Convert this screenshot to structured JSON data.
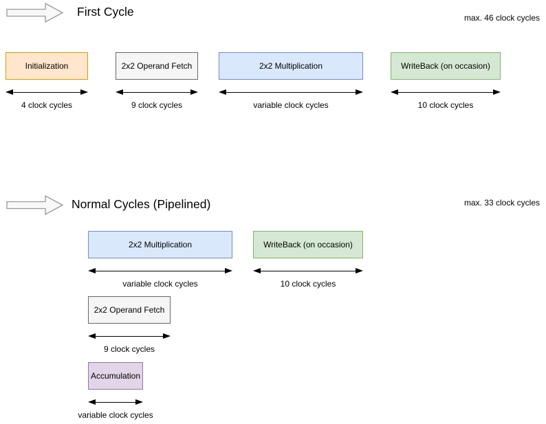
{
  "sections": [
    {
      "title": "First Cycle",
      "max_label": "max. 46 clock cycles",
      "stages": [
        {
          "label": "Initialization",
          "duration": "4 clock cycles"
        },
        {
          "label": "2x2 Operand Fetch",
          "duration": "9 clock cycles"
        },
        {
          "label": "2x2 Multiplication",
          "duration": "variable clock cycles"
        },
        {
          "label": "WriteBack (on occasion)",
          "duration": "10 clock cycles"
        }
      ]
    },
    {
      "title": "Normal Cycles (Pipelined)",
      "max_label": "max. 33 clock cycles",
      "stages": [
        {
          "label": "2x2 Multiplication",
          "duration": "variable clock cycles"
        },
        {
          "label": "WriteBack (on occasion)",
          "duration": "10 clock cycles"
        },
        {
          "label": "2x2 Operand Fetch",
          "duration": "9 clock cycles"
        },
        {
          "label": "Accumulation",
          "duration": "variable clock cycles"
        }
      ]
    }
  ],
  "colors": {
    "background": "#FFFFFF",
    "text_color": "#000000",
    "stage_orange_fill": "#FFE6CC",
    "stage_orange_border": "#D79B00",
    "stage_gray_fill": "#F5F5F5",
    "stage_gray_border": "#666666",
    "stage_blue_fill": "#DAE8FC",
    "stage_blue_border": "#6C8EBF",
    "stage_green_fill": "#D5E8D4",
    "stage_green_border": "#82B366",
    "stage_purple_fill": "#E1D5E7",
    "stage_purple_border": "#9673A6",
    "arrow_icon_fill": "#F8F8F8",
    "arrow_icon_border": "#999999"
  }
}
